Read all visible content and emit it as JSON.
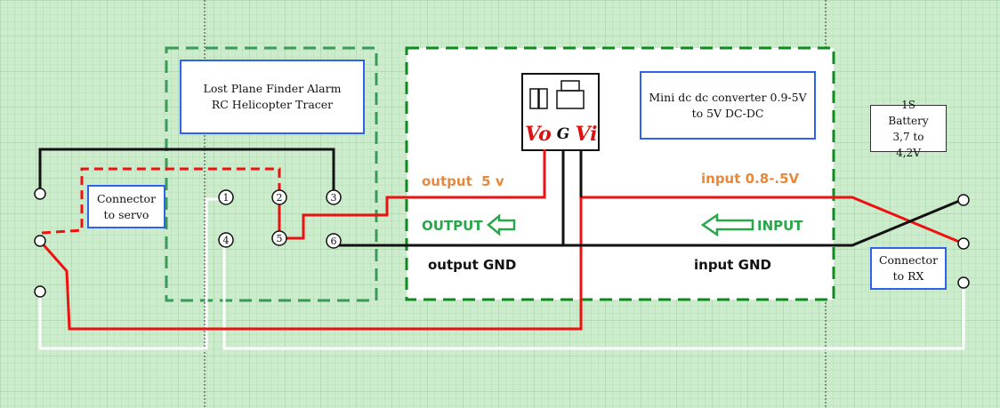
{
  "diagram": {
    "colors": {
      "background": "#cdeccd",
      "grid_minor": "#b5ddb5",
      "grid_major": "#9fcc9f",
      "box_border": "#3a9a5a",
      "converter_border": "#0e8a1e",
      "label_border": "#2f62e8",
      "wire_red": "#ee1111",
      "wire_black": "#111111",
      "wire_white": "#ffffff",
      "text_orange": "#e8883a",
      "text_green": "#2aa64a"
    },
    "finder_box": {
      "label": "Lost Plane Finder Alarm RC Helicopter Tracer"
    },
    "converter_box": {
      "label": "Mini dc dc converter 0.9-5V to 5V DC-DC"
    },
    "regulator": {
      "pin_vo": "Vo",
      "pin_g": "G",
      "pin_vi": "Vi"
    },
    "labels": {
      "output_5v": "output  5 v",
      "input_range": "input 0.8-.5V",
      "output_arrow": "OUTPUT",
      "input_arrow": "INPUT",
      "output_gnd": "output GND",
      "input_gnd": "input GND"
    },
    "servo_connector": {
      "label": "Connector to servo"
    },
    "rx_connector": {
      "label": "Connector to RX"
    },
    "battery": {
      "label": "1S Battery 3,7 to 4,2V"
    },
    "pins": [
      "1",
      "2",
      "3",
      "4",
      "5",
      "6"
    ]
  }
}
